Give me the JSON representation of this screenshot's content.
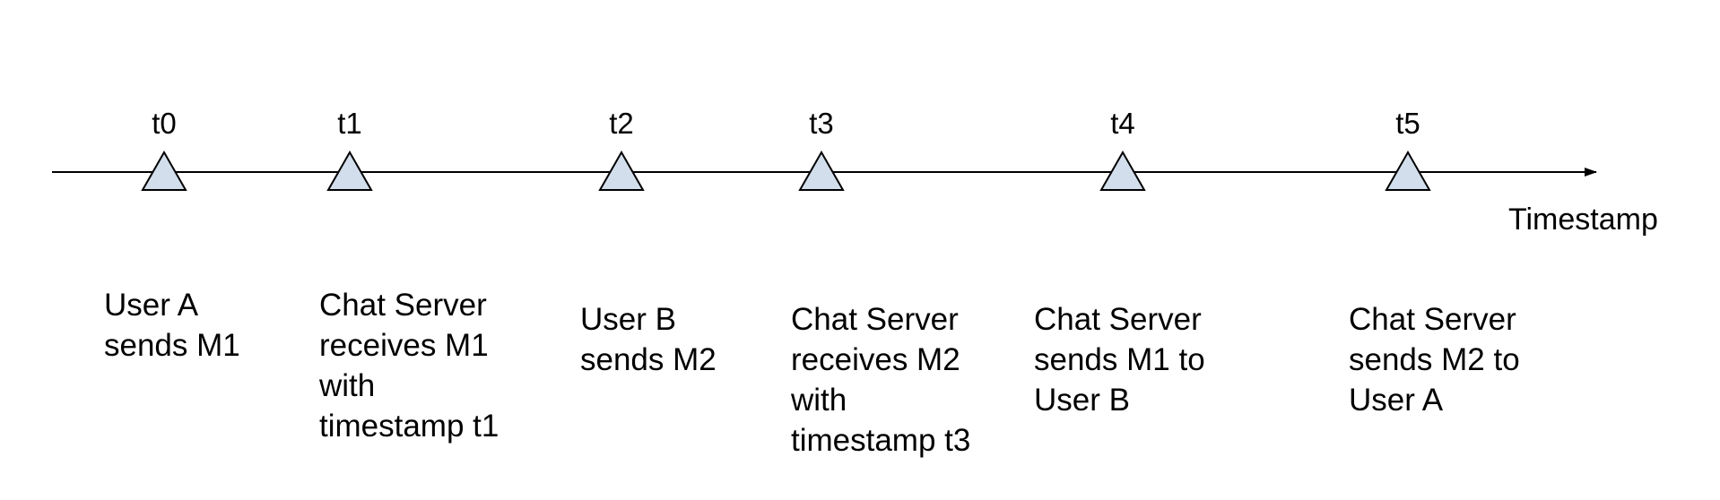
{
  "diagram": {
    "axis_label": "Timestamp",
    "line_color": "#000000",
    "marker_fill": "#d3deec",
    "marker_stroke": "#000000",
    "ticks": [
      {
        "label": "t0",
        "event": "User A\nsends M1"
      },
      {
        "label": "t1",
        "event": "Chat Server\nreceives M1\nwith\ntimestamp t1"
      },
      {
        "label": "t2",
        "event": "User B\nsends M2"
      },
      {
        "label": "t3",
        "event": "Chat Server\nreceives M2\nwith\ntimestamp t3"
      },
      {
        "label": "t4",
        "event": "Chat Server\nsends M1 to\nUser B"
      },
      {
        "label": "t5",
        "event": "Chat Server\nsends M2 to\nUser A"
      }
    ]
  }
}
